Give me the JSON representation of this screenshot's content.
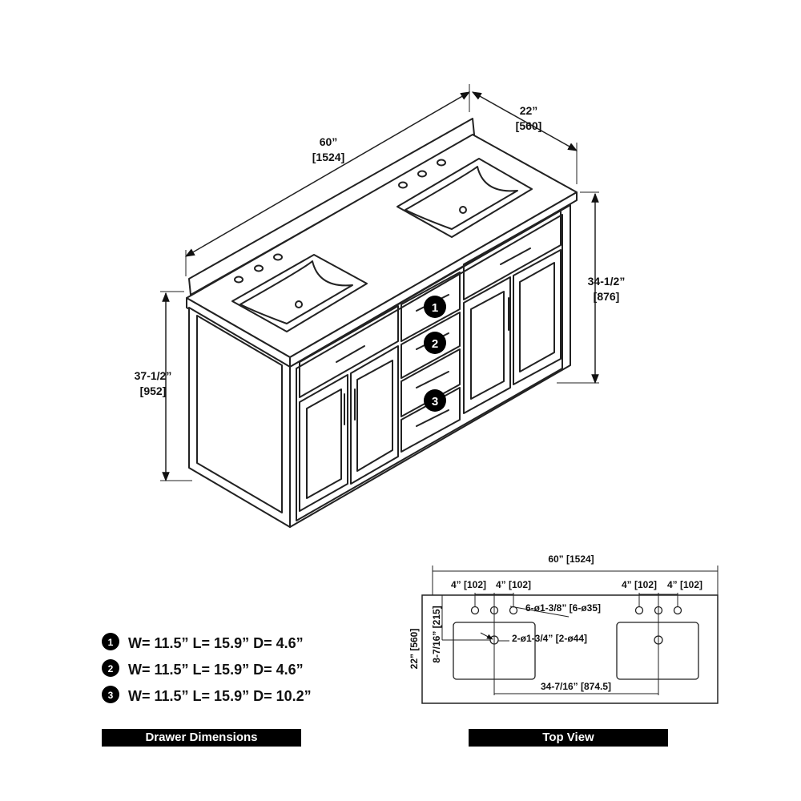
{
  "iso": {
    "width_in": "60”",
    "width_mm": "[1524]",
    "depth_in": "22”",
    "depth_mm": "[560]",
    "height_in": "34-1/2”",
    "height_mm": "[876]",
    "total_height_in": "37-1/2”",
    "total_height_mm": "[952]",
    "markers": [
      "1",
      "2",
      "3"
    ]
  },
  "drawers": [
    {
      "num": "1",
      "spec": "W= 11.5” L= 15.9” D= 4.6”"
    },
    {
      "num": "2",
      "spec": "W= 11.5” L= 15.9” D= 4.6”"
    },
    {
      "num": "3",
      "spec": "W= 11.5” L= 15.9” D= 10.2”"
    }
  ],
  "top": {
    "width": "60” [1524]",
    "spacing_l1": "4” [102]",
    "spacing_l2": "4” [102]",
    "spacing_r1": "4” [102]",
    "spacing_r2": "4” [102]",
    "faucet_holes": "6-ø1-3/8” [6-ø35]",
    "drain_holes": "2-ø1-3/4” [2-ø44]",
    "drain_center": "34-7/16” [874.5]",
    "depth": "22” [560]",
    "drain_offset": "8-7/16” [215]"
  },
  "labels": {
    "drawer_dimensions": "Drawer Dimensions",
    "top_view": "Top View"
  }
}
